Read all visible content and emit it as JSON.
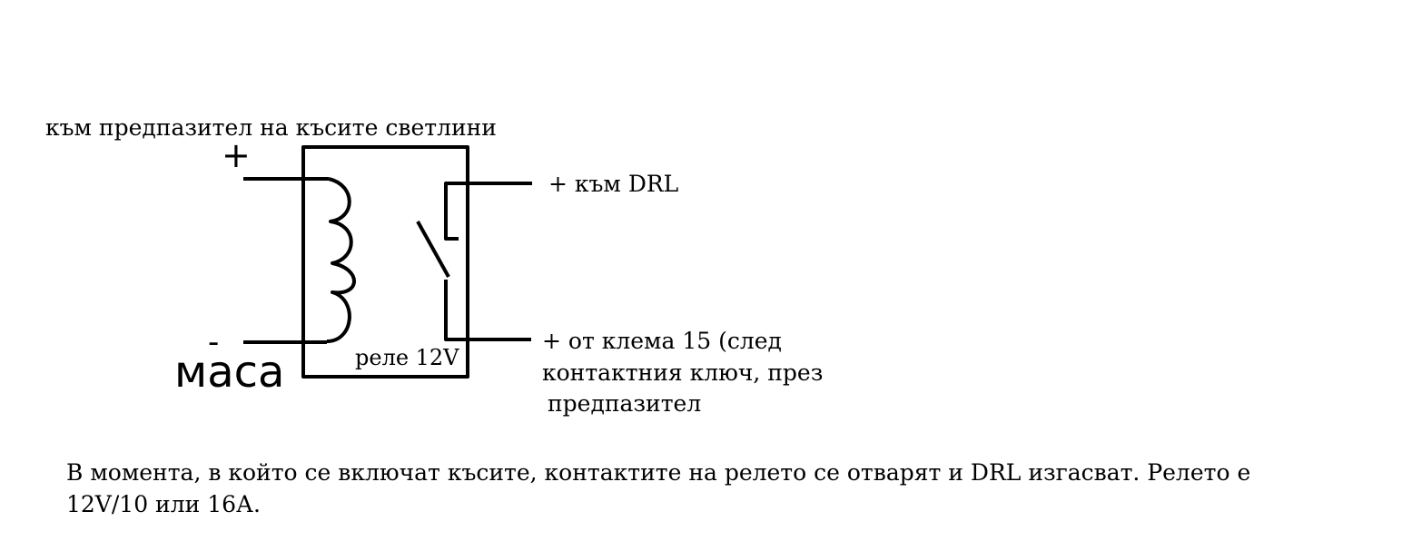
{
  "labels": {
    "top": "към предпазител на късите светлини",
    "plus": "+",
    "minus": "-",
    "mass": "маса",
    "relay": "реле 12V",
    "drl": "+ към DRL",
    "from_line1": "+ от клема 15 (след",
    "from_line2": "контактния ключ, през",
    "from_line3": "предпазител"
  },
  "note": "В момента, в който се включат късите, контактите на релето се отварят и DRL изгасват. Релето е 12V/10 или 16А."
}
